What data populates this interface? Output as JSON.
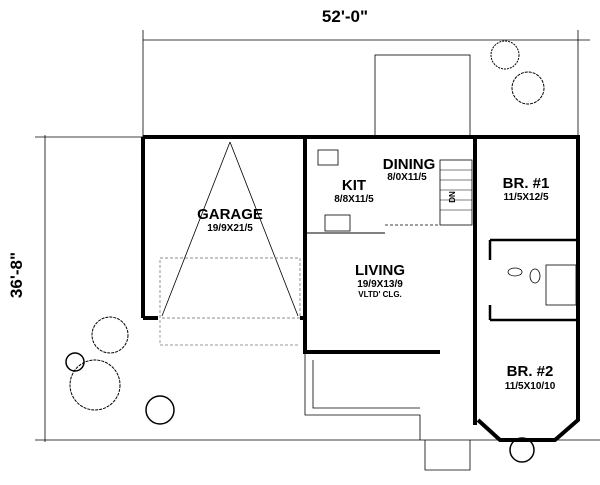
{
  "dimensions": {
    "width": "52'-0\"",
    "depth": "36'-8\""
  },
  "rooms": [
    {
      "name": "GARAGE",
      "size": "19/9X21/5"
    },
    {
      "name": "KIT",
      "size": "8/8X11/5"
    },
    {
      "name": "DINING",
      "size": "8/0X11/5"
    },
    {
      "name": "LIVING",
      "size": "19/9X13/9",
      "note": "VLTD' CLG."
    },
    {
      "name": "BR. #1",
      "size": "11/5X12/5"
    },
    {
      "name": "BR. #2",
      "size": "11/5X10/10"
    }
  ],
  "stair_label": "DN"
}
